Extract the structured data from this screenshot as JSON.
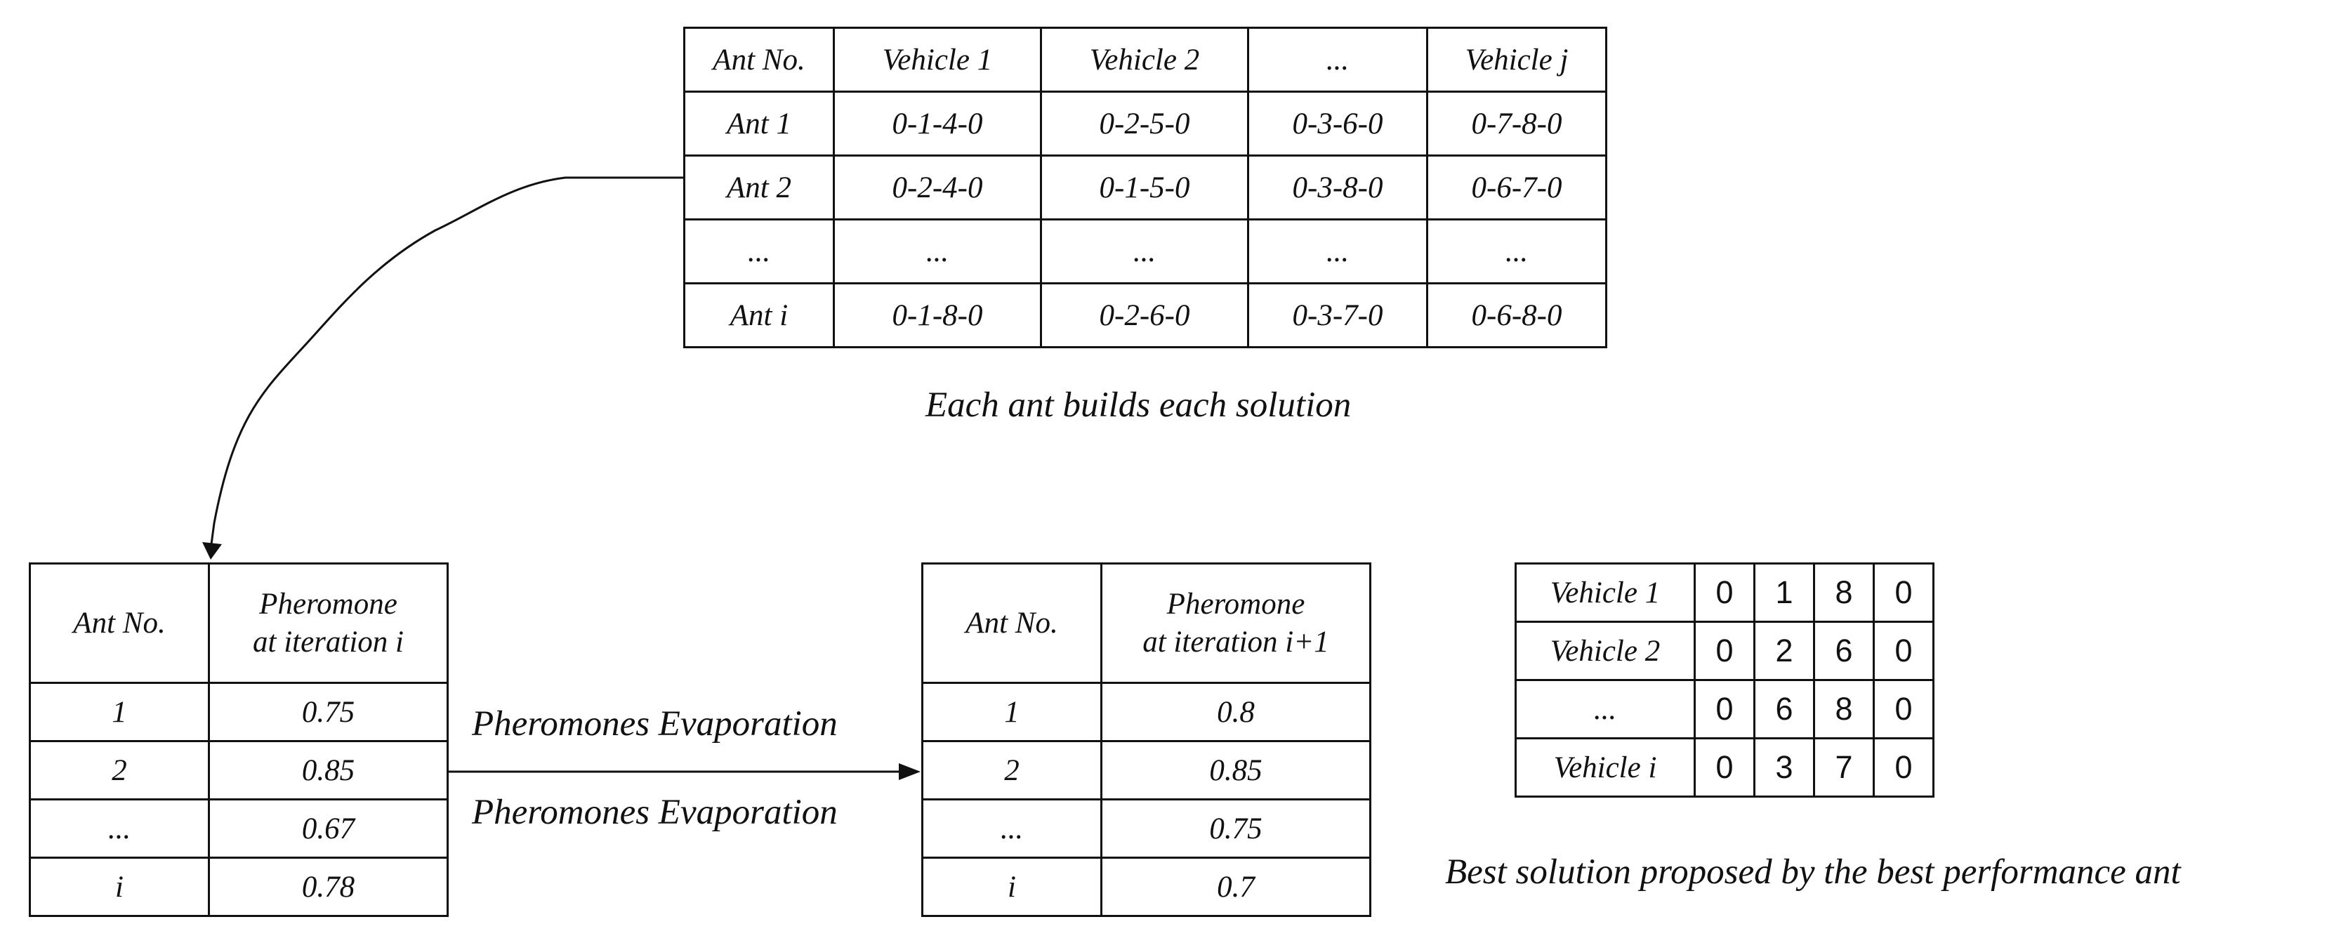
{
  "routes_table": {
    "header": [
      "Ant No.",
      "Vehicle 1",
      "Vehicle 2",
      "...",
      "Vehicle j"
    ],
    "rows": [
      [
        "Ant 1",
        "0-1-4-0",
        "0-2-5-0",
        "0-3-6-0",
        "0-7-8-0"
      ],
      [
        "Ant 2",
        "0-2-4-0",
        "0-1-5-0",
        "0-3-8-0",
        "0-6-7-0"
      ],
      [
        "...",
        "...",
        "...",
        "...",
        "..."
      ],
      [
        "Ant i",
        "0-1-8-0",
        "0-2-6-0",
        "0-3-7-0",
        "0-6-8-0"
      ]
    ],
    "caption": "Each ant builds each solution"
  },
  "pheromone_before": {
    "header": [
      "Ant No.",
      "Pheromone",
      "at iteration i"
    ],
    "rows": [
      [
        "1",
        "0.75"
      ],
      [
        "2",
        "0.85"
      ],
      [
        "...",
        "0.67"
      ],
      [
        "i",
        "0.78"
      ]
    ]
  },
  "evaporation": {
    "label_top": "Pheromones Evaporation",
    "label_bottom": "Pheromones Evaporation"
  },
  "pheromone_after": {
    "header": [
      "Ant No.",
      "Pheromone",
      "at iteration i+1"
    ],
    "rows": [
      [
        "1",
        "0.8"
      ],
      [
        "2",
        "0.85"
      ],
      [
        "...",
        "0.75"
      ],
      [
        "i",
        "0.7"
      ]
    ]
  },
  "best_solution": {
    "rows": [
      [
        "Vehicle 1",
        "0",
        "1",
        "8",
        "0"
      ],
      [
        "Vehicle 2",
        "0",
        "2",
        "6",
        "0"
      ],
      [
        "...",
        "0",
        "6",
        "8",
        "0"
      ],
      [
        "Vehicle i",
        "0",
        "3",
        "7",
        "0"
      ]
    ],
    "caption": "Best solution proposed by the best performance ant"
  }
}
